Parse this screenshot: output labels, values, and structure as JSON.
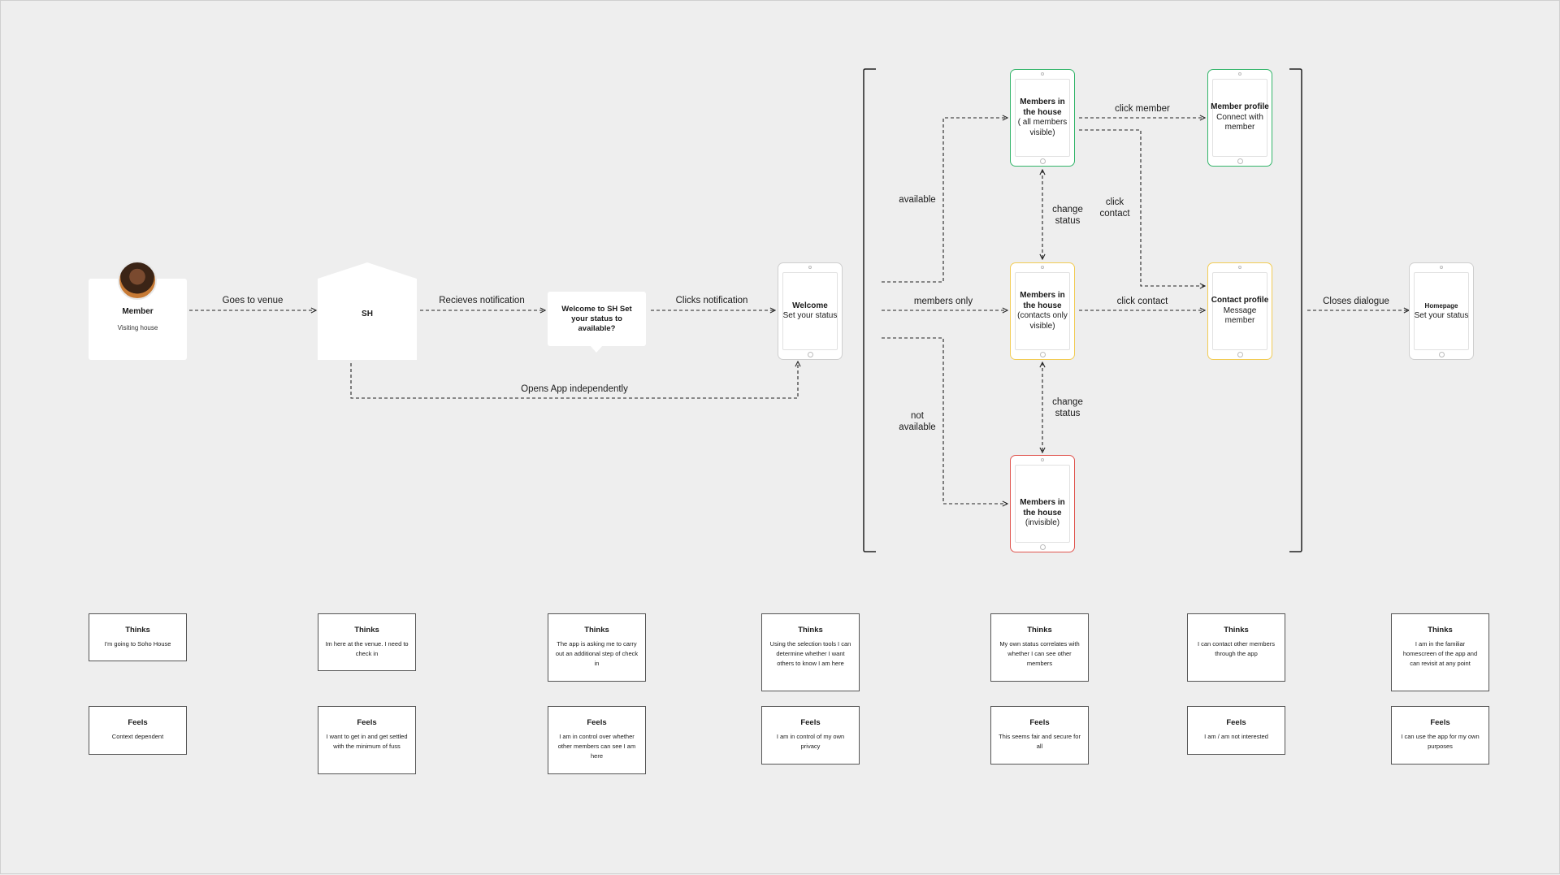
{
  "member_card": {
    "title": "Member",
    "subtitle": "Visiting house"
  },
  "house": {
    "label": "SH"
  },
  "notification_bubble": {
    "text": "Welcome to SH Set your status to available?"
  },
  "welcome_phone": {
    "title": "Welcome",
    "text": "Set your status"
  },
  "phones": {
    "all_members": {
      "title": "Members in the house",
      "text": "( all members visible)",
      "color": "#33b56a"
    },
    "member_profile": {
      "title": "Member profile",
      "text": "Connect with member",
      "color": "#33b56a"
    },
    "contacts_only": {
      "title": "Members in the house",
      "text": "(contacts only visible)",
      "color": "#f2cc55"
    },
    "contact_profile": {
      "title": "Contact profile",
      "text": "Message member",
      "color": "#f2cc55"
    },
    "invisible": {
      "title": "Members in the house",
      "text": "(invisible)",
      "color": "#e0554f"
    },
    "homepage": {
      "title": "Homepage",
      "text": "Set your status"
    }
  },
  "edge_labels": {
    "goes_to_venue": "Goes to venue",
    "receives_notification": "Recieves notification",
    "clicks_notification": "Clicks notification",
    "opens_app": "Opens App independently",
    "available": "available",
    "members_only": "members only",
    "not_available": "not available",
    "click_member": "click member",
    "click_contact_diag": "click contact",
    "click_contact": "click contact",
    "change_status_top": "change status",
    "change_status_bottom": "change status",
    "closes_dialogue": "Closes dialogue"
  },
  "journey": [
    {
      "thinks_title": "Thinks",
      "thinks": "I'm going to Soho House",
      "feels_title": "Feels",
      "feels": "Context dependent"
    },
    {
      "thinks_title": "Thinks",
      "thinks": "Im here at the venue. I need to check in",
      "feels_title": "Feels",
      "feels": "I want to get in and get settled with the minimum of fuss"
    },
    {
      "thinks_title": "Thinks",
      "thinks": "The app is asking me to carry out an additional step of check in",
      "feels_title": "Feels",
      "feels": "I am in control over whether other members can see I am here"
    },
    {
      "thinks_title": "Thinks",
      "thinks": "Using the selection tools I can determine whether I want others to know I am here",
      "feels_title": "Feels",
      "feels": "I am in control of my own privacy"
    },
    {
      "thinks_title": "Thinks",
      "thinks": "My own status correlates with whether I can see other members",
      "feels_title": "Feels",
      "feels": "This seems fair and secure for all"
    },
    {
      "thinks_title": "Thinks",
      "thinks": "I can contact other members through the app",
      "feels_title": "Feels",
      "feels": "I am / am not interested"
    },
    {
      "thinks_title": "Thinks",
      "thinks": "I am in the familiar homescreen of the app and can revisit at any point",
      "feels_title": "Feels",
      "feels": "I can use the app for my own purposes"
    }
  ]
}
